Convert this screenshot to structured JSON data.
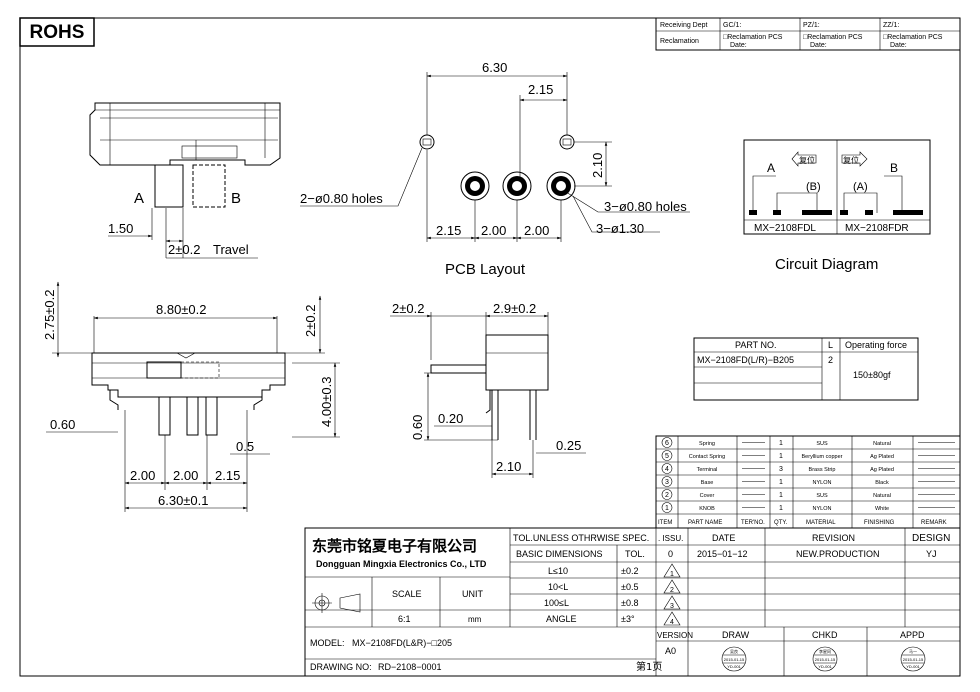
{
  "rohs": "ROHS",
  "header": {
    "receiving_dept": "Receiving Dept",
    "reclamation": "Reclamation",
    "cols": [
      {
        "code": "GC/1:",
        "text1": "□Reclamation  PCS",
        "text2": "Date:"
      },
      {
        "code": "PZ/1:",
        "text1": "□Reclamation  PCS",
        "text2": "Date:"
      },
      {
        "code": "ZZ/1:",
        "text1": "□Reclamation  PCS",
        "text2": "Date:"
      }
    ]
  },
  "side_view": {
    "label_a": "A",
    "label_b": "B",
    "dim_150": "1.50",
    "travel": "2±0.2",
    "travel_word": "Travel"
  },
  "pcb": {
    "dim_630": "6.30",
    "dim_215_top": "2.15",
    "dim_210": "2.10",
    "holes_left": "2−ø0.80  holes",
    "holes_right": "3−ø0.80  holes",
    "holes_130": "3−ø1.30",
    "dim_a": "2.15",
    "dim_b": "2.00",
    "dim_c": "2.00",
    "title": "PCB  Layout"
  },
  "circuit": {
    "label_a": "A",
    "label_b": "B",
    "label_b_paren": "(B)",
    "label_a_paren": "(A)",
    "reset_left": "复位",
    "reset_right": "复位",
    "part_left": "MX−2108FDL",
    "part_right": "MX−2108FDR",
    "title": "Circuit  Diagram"
  },
  "front_view": {
    "dim_275": "2.75±0.2",
    "dim_880": "8.80±0.2",
    "dim_2": "2±0.2",
    "dim_400": "4.00±0.3",
    "dim_060": "0.60",
    "dim_05": "0.5",
    "pitch_1": "2.00",
    "pitch_2": "2.00",
    "pitch_3": "2.15",
    "dim_630": "6.30±0.1"
  },
  "end_view": {
    "dim_2": "2±0.2",
    "dim_29": "2.9±0.2",
    "dim_020": "0.20",
    "dim_060": "0.60",
    "dim_025": "0.25",
    "dim_210": "2.10"
  },
  "part_table": {
    "headers": [
      "PART NO.",
      "L",
      "Operating force"
    ],
    "part_no": "MX−2108FD(L/R)−B205",
    "l": "2",
    "force": "150±80gf"
  },
  "bom": {
    "rows": [
      {
        "no": "6",
        "name": "Spring",
        "qty": "1",
        "mat": "SUS",
        "finish": "Natural"
      },
      {
        "no": "5",
        "name": "Contact Spring",
        "qty": "1",
        "mat": "Beryllium copper",
        "finish": "Ag Plated"
      },
      {
        "no": "4",
        "name": "Terminal",
        "qty": "3",
        "mat": "Brass Strip",
        "finish": "Ag Plated"
      },
      {
        "no": "3",
        "name": "Base",
        "qty": "1",
        "mat": "NYLON",
        "finish": "Black"
      },
      {
        "no": "2",
        "name": "Cover",
        "qty": "1",
        "mat": "SUS",
        "finish": "Natural"
      },
      {
        "no": "1",
        "name": "KNOB",
        "qty": "1",
        "mat": "NYLON",
        "finish": "White"
      }
    ],
    "headers": [
      "ITEM",
      "PART NAME",
      "TER'NO.",
      "QTY.",
      "MATERIAL",
      "FINISHING",
      "REMARK"
    ]
  },
  "title_block": {
    "company_cn": "东莞市铭夏电子有限公司",
    "company_en": "Dongguan Mingxia Electronics Co., LTD",
    "tol_title": "TOL.UNLESS OTHRWISE SPEC.",
    "basic_dim": "BASIC DIMENSIONS",
    "tol": "TOL.",
    "tol_rows": [
      {
        "range": "L≤10",
        "val": "±0.2"
      },
      {
        "range": "10<L",
        "val": "±0.5"
      },
      {
        "range": "100≤L",
        "val": "±0.8"
      },
      {
        "range": "ANGLE",
        "val": "±3°"
      }
    ],
    "scale_label": "SCALE",
    "scale": "6:1",
    "unit_label": "UNIT",
    "unit": "mm",
    "issu": ". ISSU.",
    "date_label": "DATE",
    "revision_label": "REVISION",
    "design_label": "DESIGN",
    "issue_no": "0",
    "date": "2015−01−12",
    "revision": "NEW.PRODUCTION",
    "designer": "YJ",
    "tri": [
      "1",
      "2",
      "3",
      "4"
    ],
    "version_label": "VERSION",
    "version": "A0",
    "draw": "DRAW",
    "chkd": "CHKD",
    "appd": "APPD",
    "model_label": "MODEL:",
    "model": "MX−2108FD(L&R)−□205",
    "drawing_label": "DRAWING NO:",
    "drawing_no": "RD−2108−0001",
    "page": "第1页"
  },
  "stamps": [
    {
      "top": "吴良",
      "date": "2015-01-15",
      "bottom": "YD-001"
    },
    {
      "top": "李星冈",
      "date": "2015-01-15",
      "bottom": "YD-001"
    },
    {
      "top": "马一",
      "date": "2015-01-15",
      "bottom": "YD-001"
    }
  ]
}
